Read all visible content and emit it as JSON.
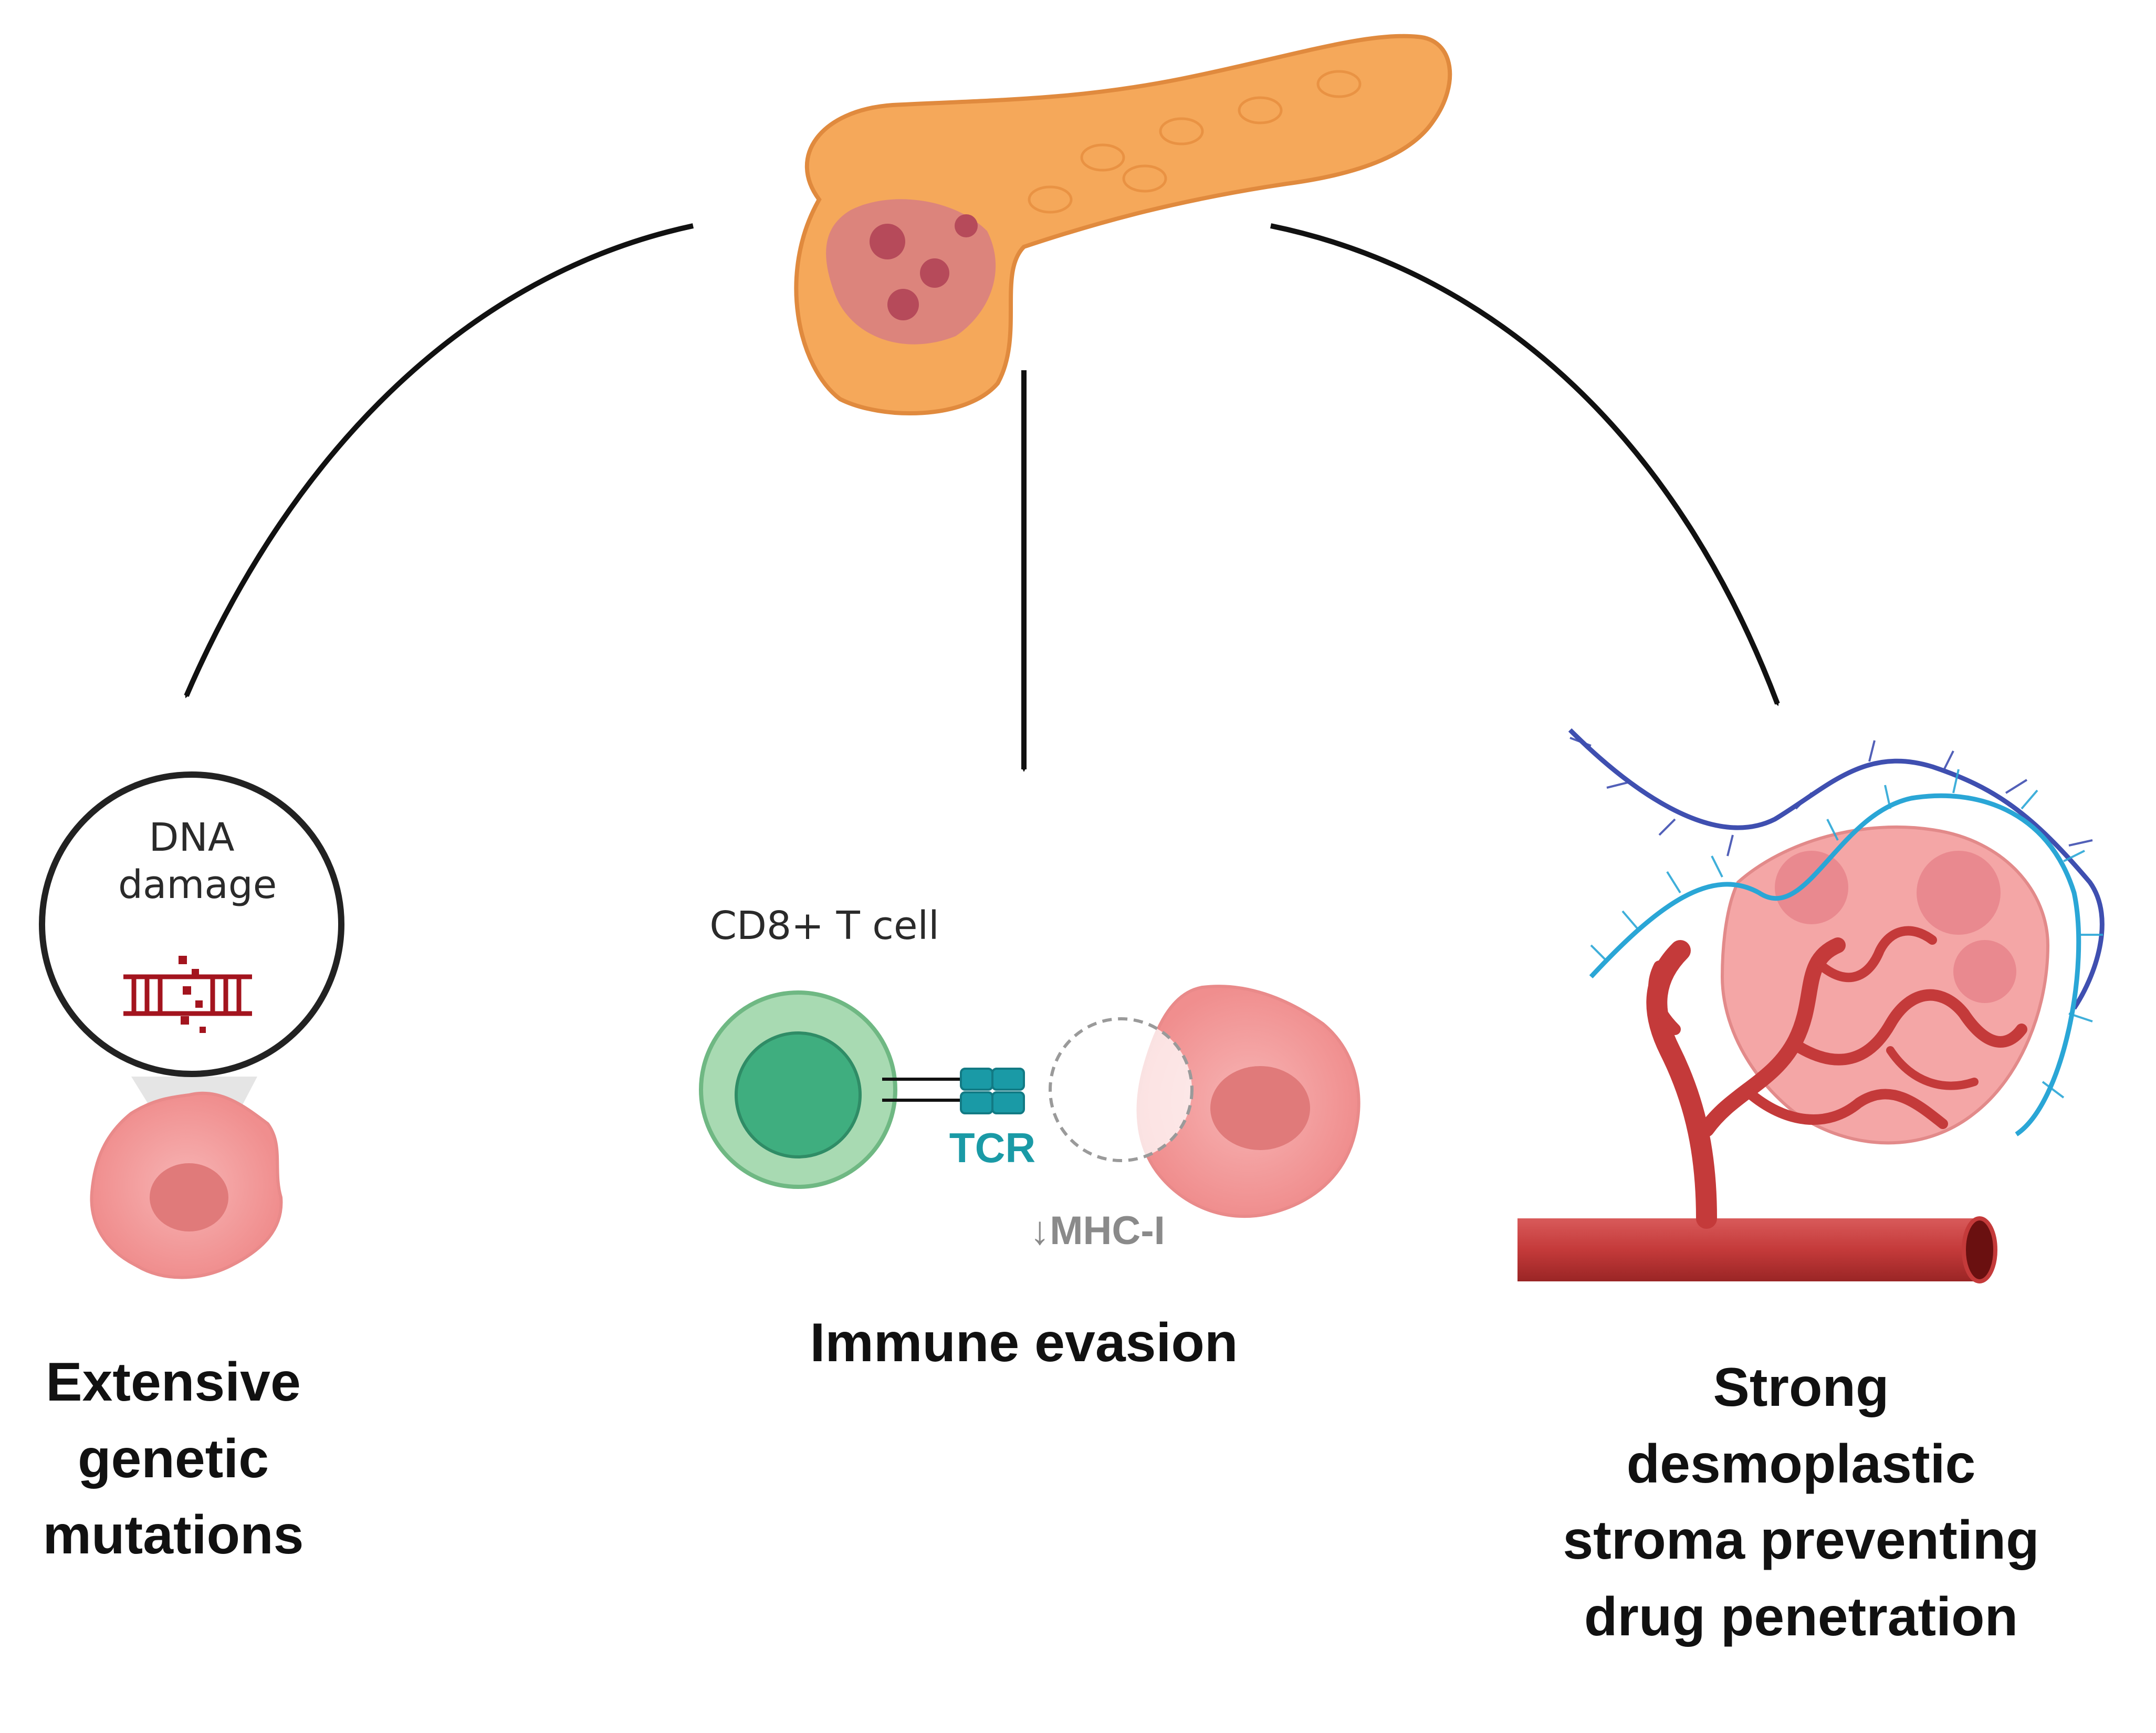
{
  "figure": {
    "center_label": "Immune evasion",
    "left_label": "Extensive genetic mutations",
    "right_label": "Strong desmoplastic stroma preventing drug penetration",
    "dna_bubble_text": "DNA damage",
    "tcell_label": "CD8+ T cell",
    "tcr_label": "TCR",
    "mhc_label": "↓MHC-I"
  },
  "colors": {
    "pancreas": "#f5a85a",
    "tumor_cell": "#f4a6a6",
    "tcell": "#4cb886",
    "tcr": "#1a9aa6",
    "vessel": "#c43a3a",
    "stroma_dark": "#3f4fb0",
    "stroma_light": "#2aa6d6",
    "arrows": "#111111",
    "mhc_text": "#8a8a8a"
  }
}
